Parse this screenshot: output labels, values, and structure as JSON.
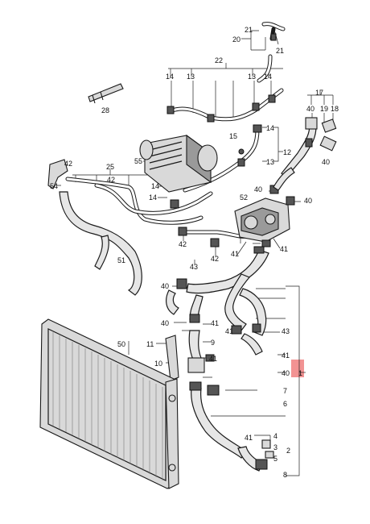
{
  "diagram": {
    "highlight_color": "#f08080",
    "highlighted_callout": "1",
    "callouts": [
      {
        "id": "c20",
        "text": "20"
      },
      {
        "id": "c21a",
        "text": "21"
      },
      {
        "id": "c21b",
        "text": "21"
      },
      {
        "id": "c22",
        "text": "22"
      },
      {
        "id": "c14a",
        "text": "14"
      },
      {
        "id": "c13a",
        "text": "13"
      },
      {
        "id": "c13b",
        "text": "13"
      },
      {
        "id": "c14b",
        "text": "14"
      },
      {
        "id": "c28",
        "text": "28"
      },
      {
        "id": "c17",
        "text": "17"
      },
      {
        "id": "c40a",
        "text": "40"
      },
      {
        "id": "c19",
        "text": "19"
      },
      {
        "id": "c18",
        "text": "18"
      },
      {
        "id": "c14c",
        "text": "14"
      },
      {
        "id": "c15",
        "text": "15"
      },
      {
        "id": "c12",
        "text": "12"
      },
      {
        "id": "c13c",
        "text": "13"
      },
      {
        "id": "c40b",
        "text": "40"
      },
      {
        "id": "c55",
        "text": "55"
      },
      {
        "id": "c42a",
        "text": "42"
      },
      {
        "id": "c25",
        "text": "25"
      },
      {
        "id": "c42b",
        "text": "42"
      },
      {
        "id": "c54",
        "text": "54"
      },
      {
        "id": "c14d",
        "text": "14"
      },
      {
        "id": "c14e",
        "text": "14"
      },
      {
        "id": "c40c",
        "text": "40"
      },
      {
        "id": "c40d",
        "text": "40"
      },
      {
        "id": "c52",
        "text": "52"
      },
      {
        "id": "c42c",
        "text": "42"
      },
      {
        "id": "c42d",
        "text": "42"
      },
      {
        "id": "c41a",
        "text": "41"
      },
      {
        "id": "c41b",
        "text": "41"
      },
      {
        "id": "c51",
        "text": "51"
      },
      {
        "id": "c43a",
        "text": "43"
      },
      {
        "id": "c40e",
        "text": "40"
      },
      {
        "id": "c40f",
        "text": "40"
      },
      {
        "id": "c41c",
        "text": "41"
      },
      {
        "id": "c41d",
        "text": "41"
      },
      {
        "id": "c43b",
        "text": "43"
      },
      {
        "id": "c50",
        "text": "50"
      },
      {
        "id": "c11",
        "text": "11"
      },
      {
        "id": "c9",
        "text": "9"
      },
      {
        "id": "c41e",
        "text": "41"
      },
      {
        "id": "c41f",
        "text": "41"
      },
      {
        "id": "c10",
        "text": "10"
      },
      {
        "id": "c40g",
        "text": "40"
      },
      {
        "id": "c1",
        "text": "1"
      },
      {
        "id": "c7",
        "text": "7"
      },
      {
        "id": "c6",
        "text": "6"
      },
      {
        "id": "c41g",
        "text": "41"
      },
      {
        "id": "c4",
        "text": "4"
      },
      {
        "id": "c3",
        "text": "3"
      },
      {
        "id": "c5",
        "text": "5"
      },
      {
        "id": "c2",
        "text": "2"
      },
      {
        "id": "c8",
        "text": "8"
      }
    ]
  }
}
